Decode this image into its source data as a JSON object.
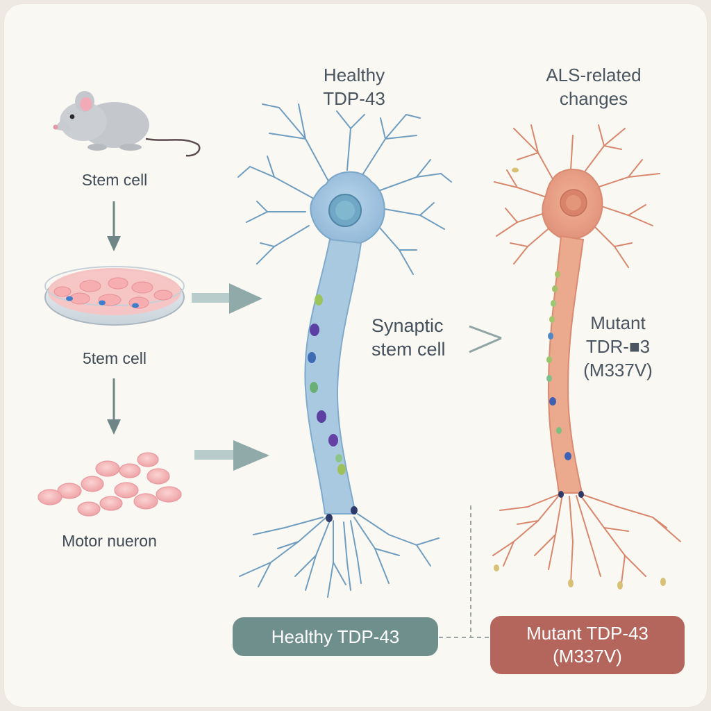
{
  "labels": {
    "stem_cell_1": "Stem cell",
    "stem_cell_2": "5tem cell",
    "motor_neuron": "Motor nueron",
    "healthy_title_line1": "Healthy",
    "healthy_title_line2": "TDP-43",
    "als_title_line1": "ALS-related",
    "als_title_line2": "changes",
    "synaptic_line1": "Synaptic",
    "synaptic_line2": "stem cell",
    "mutant_line1": "Mutant",
    "mutant_line2": "TDR-■3",
    "mutant_line3": "(M337V)"
  },
  "legend": {
    "healthy_label": "Healthy TDP-43",
    "mutant_line1": "Mutant TDP-43",
    "mutant_line2": "(M337V)"
  },
  "colors": {
    "healthy_neuron": "#a9c9e1",
    "mutant_neuron": "#eaa689",
    "healthy_pill": "#6f8f8c",
    "mutant_pill": "#b4665d",
    "arrow": "#7f9a9a",
    "cells": "#f4b9b9"
  }
}
